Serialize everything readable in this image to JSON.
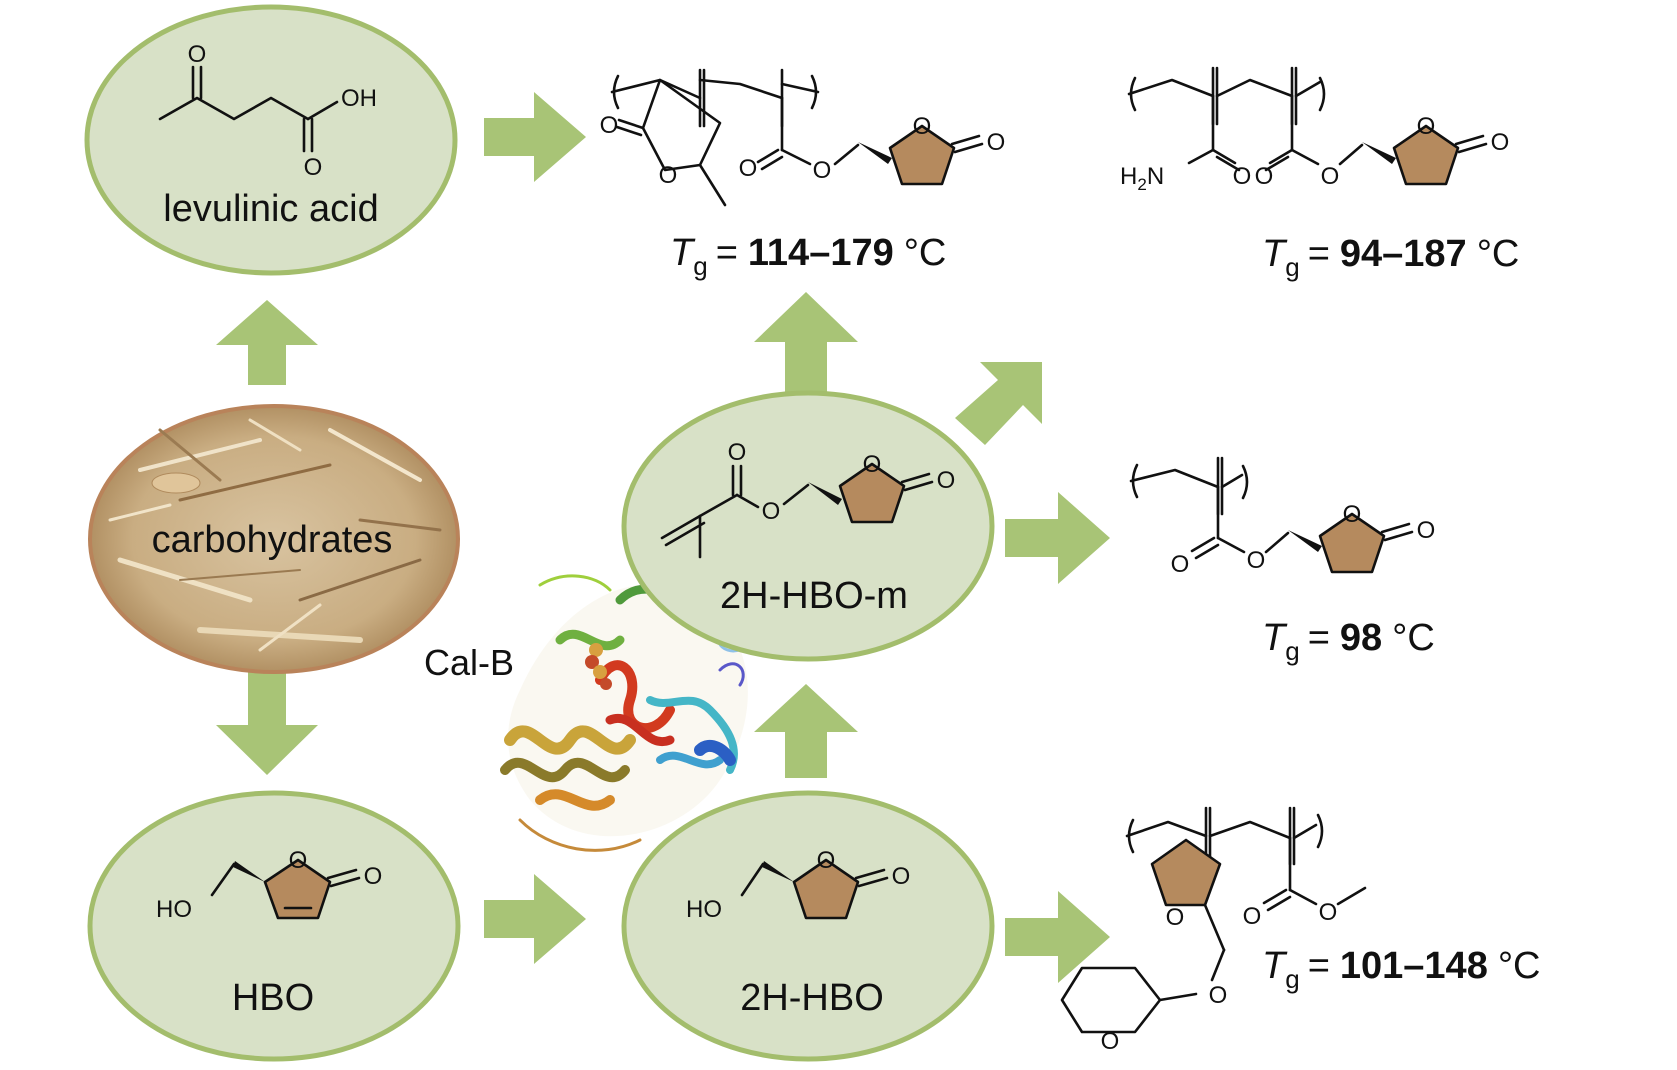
{
  "nodes": {
    "levulinic_acid": "levulinic acid",
    "carbohydrates": "carbohydrates",
    "hbo": "HBO",
    "two_h_hbo": "2H-HBO",
    "two_h_hbo_m": "2H-HBO-m",
    "cal_b": "Cal-B"
  },
  "atoms": {
    "O": "O",
    "OH": "OH",
    "HO": "HO",
    "H2N_prefix": "H",
    "H2N_sub": "2",
    "H2N_suffix": "N"
  },
  "tg": {
    "symbol": "T",
    "subscript": "g",
    "equals": "=",
    "unit": "°C",
    "copolymer_levulinic": "114–179",
    "copolymer_acrylamide": "94–187",
    "homopolymer": "98",
    "copolymer_thp": "101–148"
  },
  "colors": {
    "node_fill": "#d8e1c7",
    "node_border": "#a3bd6c",
    "arrow": "#a8c476",
    "lactone_ring": "#b58a5e"
  }
}
